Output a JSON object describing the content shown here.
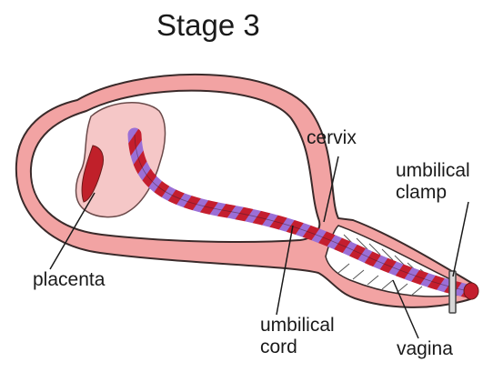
{
  "title": "Stage 3",
  "labels": {
    "cervix": "cervix",
    "umbilical_clamp": [
      "umbilical",
      "clamp"
    ],
    "placenta": "placenta",
    "umbilical_cord": [
      "umbilical",
      "cord"
    ],
    "vagina": "vagina"
  },
  "colors": {
    "uterus_wall": "#f2a3a3",
    "uterus_outline": "#3a2a2a",
    "placenta": "#f5c7c7",
    "placenta_blood": "#c0202a",
    "cord_red": "#c41e2e",
    "cord_purple": "#9b6fd6",
    "vagina_rugae": "#e8e8e8",
    "clamp": "#d8d8d8",
    "label_text": "#1a1a1a"
  }
}
